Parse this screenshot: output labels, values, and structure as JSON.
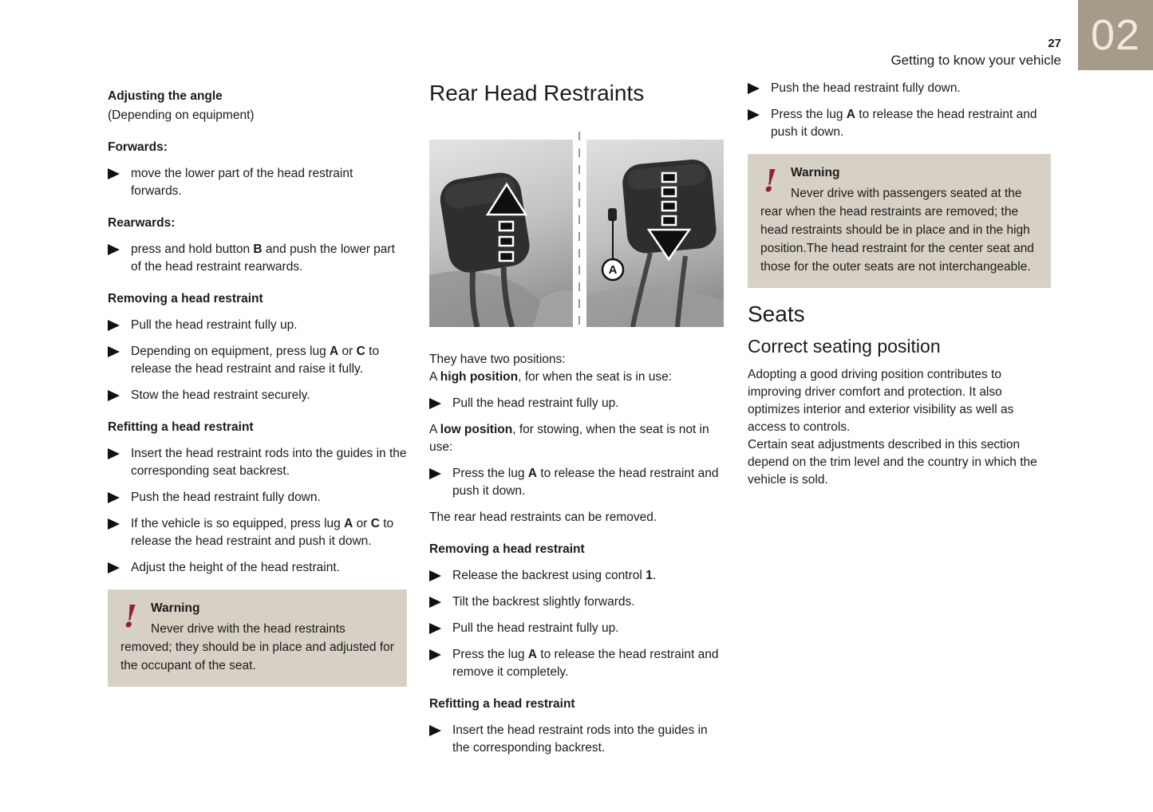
{
  "page": {
    "number": "27",
    "section_header": "Getting to know your vehicle",
    "chapter_number": "02"
  },
  "colors": {
    "warning_box_background": "#d7d1c5",
    "chapter_tab_background": "#a69a89",
    "warning_icon": "#8f1f3c",
    "body_text": "#1b1b1b"
  },
  "left": {
    "blocks": [
      {
        "type": "h",
        "segs": [
          {
            "t": "Adjusting the angle"
          }
        ]
      },
      {
        "type": "p",
        "segs": [
          {
            "t": "(Depending on equipment)"
          }
        ]
      },
      {
        "type": "h",
        "segs": [
          {
            "t": "Forwards:"
          }
        ]
      },
      {
        "type": "bullet",
        "segs": [
          {
            "t": "move the lower part of the head restraint forwards."
          }
        ]
      },
      {
        "type": "h",
        "segs": [
          {
            "t": "Rearwards:"
          }
        ]
      },
      {
        "type": "bullet",
        "segs": [
          {
            "t": "press and hold button "
          },
          {
            "t": "B",
            "b": true
          },
          {
            "t": " and push the lower part of the head restraint rearwards."
          }
        ]
      },
      {
        "type": "h",
        "segs": [
          {
            "t": "Removing a head restraint"
          }
        ]
      },
      {
        "type": "bullet",
        "segs": [
          {
            "t": "Pull the head restraint fully up."
          }
        ]
      },
      {
        "type": "bullet",
        "segs": [
          {
            "t": "Depending on equipment, press lug "
          },
          {
            "t": "A",
            "b": true
          },
          {
            "t": " or "
          },
          {
            "t": "C",
            "b": true
          },
          {
            "t": " to release the head restraint and raise it fully."
          }
        ]
      },
      {
        "type": "bullet",
        "segs": [
          {
            "t": "Stow the head restraint securely."
          }
        ]
      },
      {
        "type": "h",
        "segs": [
          {
            "t": "Refitting a head restraint"
          }
        ]
      },
      {
        "type": "bullet",
        "segs": [
          {
            "t": "Insert the head restraint rods into the guides in the corresponding seat backrest."
          }
        ]
      },
      {
        "type": "bullet",
        "segs": [
          {
            "t": "Push the head restraint fully down."
          }
        ]
      },
      {
        "type": "bullet",
        "segs": [
          {
            "t": "If the vehicle is so equipped, press lug "
          },
          {
            "t": "A",
            "b": true
          },
          {
            "t": " or "
          },
          {
            "t": "C",
            "b": true
          },
          {
            "t": " to release the head restraint and push it down."
          }
        ]
      },
      {
        "type": "bullet",
        "segs": [
          {
            "t": "Adjust the height of the head restraint."
          }
        ]
      },
      {
        "type": "warning",
        "icon_glyph": "!",
        "title": "Warning",
        "text": "Never drive with the head restraints removed; they should be in place and adjusted for the occupant of the seat."
      }
    ]
  },
  "middle": {
    "title": "Rear Head Restraints",
    "figure": {
      "label_a": "A"
    },
    "blocks": [
      {
        "type": "p",
        "segs": [
          {
            "t": "They have two positions:"
          }
        ]
      },
      {
        "type": "p",
        "segs": [
          {
            "t": "A "
          },
          {
            "t": "high position",
            "b": true
          },
          {
            "t": ", for when the seat is in use:"
          }
        ]
      },
      {
        "type": "bullet",
        "segs": [
          {
            "t": "Pull the head restraint fully up."
          }
        ]
      },
      {
        "type": "p",
        "segs": [
          {
            "t": "A "
          },
          {
            "t": "low position",
            "b": true
          },
          {
            "t": ", for stowing, when the seat is not in use:"
          }
        ]
      },
      {
        "type": "bullet",
        "segs": [
          {
            "t": "Press the lug "
          },
          {
            "t": "A",
            "b": true
          },
          {
            "t": " to release the head restraint and push it down."
          }
        ]
      },
      {
        "type": "p",
        "segs": [
          {
            "t": "The rear head restraints can be removed."
          }
        ]
      },
      {
        "type": "h",
        "segs": [
          {
            "t": "Removing a head restraint"
          }
        ]
      },
      {
        "type": "bullet",
        "segs": [
          {
            "t": "Release the backrest using control "
          },
          {
            "t": "1",
            "b": true
          },
          {
            "t": "."
          }
        ]
      },
      {
        "type": "bullet",
        "segs": [
          {
            "t": "Tilt the backrest slightly forwards."
          }
        ]
      },
      {
        "type": "bullet",
        "segs": [
          {
            "t": "Pull the head restraint fully up."
          }
        ]
      },
      {
        "type": "bullet",
        "segs": [
          {
            "t": "Press the lug "
          },
          {
            "t": "A",
            "b": true
          },
          {
            "t": " to release the head restraint and remove it completely."
          }
        ]
      },
      {
        "type": "h",
        "segs": [
          {
            "t": "Refitting a head restraint"
          }
        ]
      },
      {
        "type": "bullet",
        "segs": [
          {
            "t": "Insert the head restraint rods into the guides in the corresponding backrest."
          }
        ]
      }
    ]
  },
  "right": {
    "blocks": [
      {
        "type": "bullet",
        "segs": [
          {
            "t": "Push the head restraint fully down."
          }
        ]
      },
      {
        "type": "bullet",
        "segs": [
          {
            "t": "Press the lug "
          },
          {
            "t": "A",
            "b": true
          },
          {
            "t": " to release the head restraint and push it down."
          }
        ]
      },
      {
        "type": "warning",
        "icon_glyph": "!",
        "title": "Warning",
        "text": "Never drive with passengers seated at the rear when the head restraints are removed; the head restraints should be in place and in the high position.The head restraint for the center seat and those for the outer seats are not interchangeable."
      },
      {
        "type": "title",
        "segs": [
          {
            "t": "Seats"
          }
        ]
      },
      {
        "type": "subtitle",
        "segs": [
          {
            "t": "Correct seating position"
          }
        ]
      },
      {
        "type": "p",
        "segs": [
          {
            "t": "Adopting a good driving position contributes to improving driver comfort and protection. It also optimizes interior and exterior visibility as well as access to controls."
          }
        ]
      },
      {
        "type": "p",
        "segs": [
          {
            "t": "Certain seat adjustments described in this section depend on the trim level and the country in which the vehicle is sold."
          }
        ]
      }
    ]
  }
}
